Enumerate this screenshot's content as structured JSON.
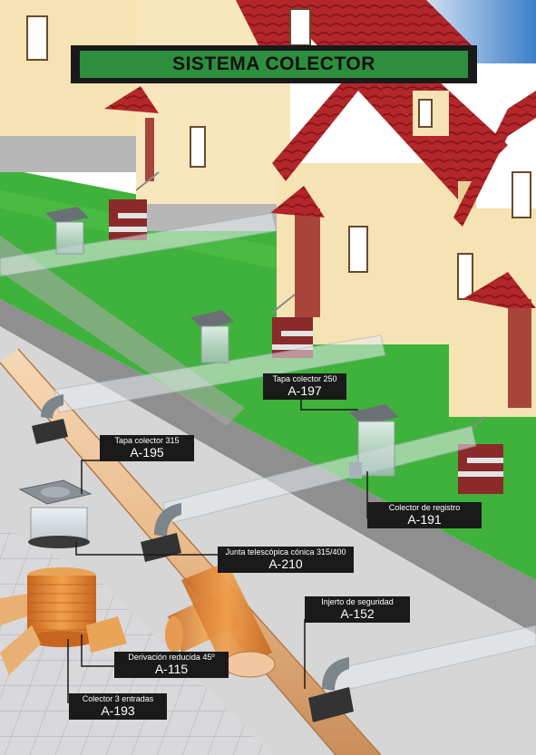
{
  "title": "SISTEMA COLECTOR",
  "labels": [
    {
      "name": "Tapa colector 250",
      "code": "A-197"
    },
    {
      "name": "Tapa colector 315",
      "code": "A-195"
    },
    {
      "name": "Colector de registro",
      "code": "A-191"
    },
    {
      "name": "Junta telescópica cónica 315/400",
      "code": "A-210"
    },
    {
      "name": "Injerto de seguridad",
      "code": "A-152"
    },
    {
      "name": "Derivación reducida 45º",
      "code": "A-115"
    },
    {
      "name": "Colector 3 entradas",
      "code": "A-193"
    }
  ],
  "colors": {
    "grass": "#3fb23b",
    "wall": "#f6e3b4",
    "roof": "#b3262a",
    "pipe": "#e9b98a",
    "label_bg": "#1a1a1a",
    "title_green": "#2d8f3d"
  }
}
